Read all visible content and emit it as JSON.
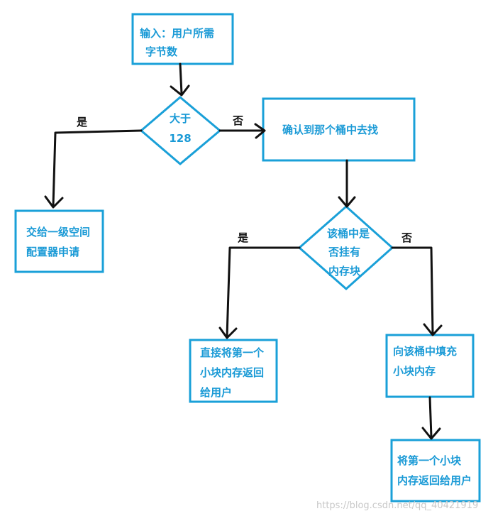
{
  "nodes": {
    "input": {
      "line1": "输入：用户所需",
      "line2": "字节数"
    },
    "check_size": {
      "line1": "大于",
      "line2": "128"
    },
    "first_level_alloc": {
      "line1": "交给一级空间",
      "line2": "配置器申请"
    },
    "find_bucket": {
      "line1": "确认到那个桶中去找"
    },
    "check_bucket": {
      "line1": "该桶中是",
      "line2": "否挂有",
      "line3": "内存块"
    },
    "return_first": {
      "line1": "直接将第一个",
      "line2": "小块内存返回",
      "line3": "给用户"
    },
    "refill_bucket": {
      "line1": "向该桶中填充",
      "line2": "小块内存"
    },
    "return_after_refill": {
      "line1": "将第一个小块",
      "line2": "内存返回给用户"
    }
  },
  "branch_labels": {
    "size_yes": "是",
    "size_no": "否",
    "bucket_yes": "是",
    "bucket_no": "否"
  },
  "colors": {
    "node": "#1aa0d8",
    "edge": "#111111"
  },
  "watermark": "https://blog.csdn.net/qq_40421919"
}
